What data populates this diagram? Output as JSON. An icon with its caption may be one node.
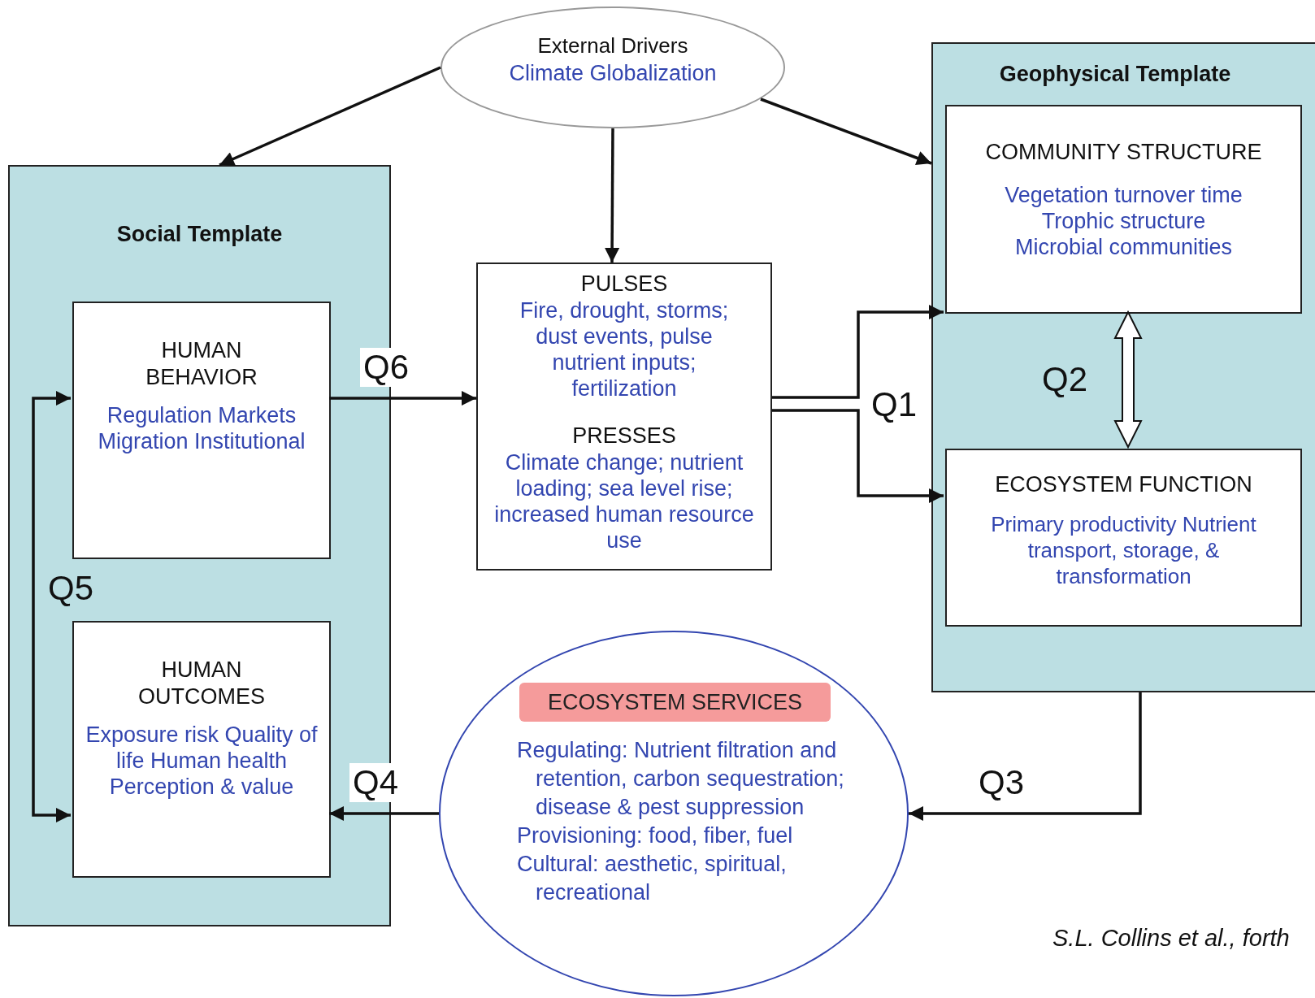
{
  "diagram": {
    "caption": "S.L. Collins et al., forth",
    "nodes": [
      {
        "text": [
          "External Drivers",
          "Climate Globalization"
        ]
      },
      {
        "text": [
          "Social Template"
        ]
      },
      {
        "text": [
          "HUMAN BEHAVIOR",
          "Regulation Markets Migration Institutional"
        ],
        "in": 1
      },
      {
        "text": [
          "HUMAN OUTCOMES",
          "Exposure risk Quality of life Human health Perception & value"
        ],
        "in": 1
      },
      {
        "text": [
          "PULSES",
          "Fire, drought, storms; dust events, pulse nutrient inputs; fertilization",
          "PRESSES",
          "Climate change; nutrient loading; sea level rise; increased human resource use"
        ]
      },
      {
        "text": [
          "Geophysical Template"
        ]
      },
      {
        "text": [
          "COMMUNITY STRUCTURE",
          "Vegetation turnover time Trophic structure Microbial communities"
        ],
        "in": 5
      },
      {
        "text": [
          "ECOSYSTEM FUNCTION",
          "Primary productivity Nutrient transport, storage, & transformation"
        ],
        "in": 5
      },
      {
        "text": [
          "ECOSYSTEM SERVICES",
          "Regulating: Nutrient filtration and retention, carbon sequestration; disease & pest suppression",
          "Provisioning: food, fiber, fuel",
          "Cultural: aesthetic, spiritual, recreational"
        ]
      }
    ],
    "edges": [
      {
        "from": 0,
        "to": 1,
        "arrow": "to"
      },
      {
        "from": 0,
        "to": 4,
        "arrow": "to"
      },
      {
        "from": 0,
        "to": 5,
        "arrow": "to"
      },
      {
        "from": 2,
        "to": 4,
        "arrow": "to",
        "label": "Q6"
      },
      {
        "from": 4,
        "to": 6,
        "arrow": "to",
        "label": "Q1"
      },
      {
        "from": 4,
        "to": 7,
        "arrow": "to"
      },
      {
        "from": 6,
        "to": 7,
        "arrow": "both",
        "label": "Q2",
        "style": "thick"
      },
      {
        "from": 5,
        "to": 8,
        "arrow": "to",
        "label": "Q3"
      },
      {
        "from": 8,
        "to": 3,
        "arrow": "to",
        "label": "Q4"
      },
      {
        "from": 2,
        "to": 3,
        "arrow": "both",
        "label": "Q5"
      }
    ]
  }
}
